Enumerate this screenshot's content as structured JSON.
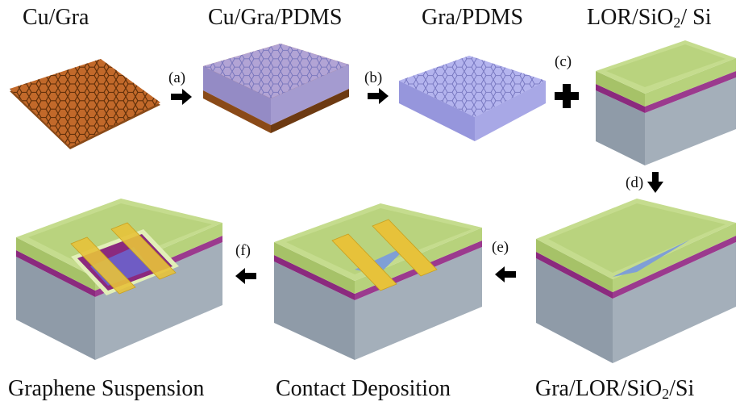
{
  "stage_labels": {
    "cu_gra": "Cu/Gra",
    "cu_gra_pdms": "Cu/Gra/PDMS",
    "gra_pdms": "Gra/PDMS",
    "lor_prefix": "LOR/SiO",
    "lor_sub": "2",
    "lor_suffix": "/ Si",
    "gra_lor_prefix": "Gra/LOR/SiO",
    "gra_lor_sub": "2",
    "gra_lor_suffix": "/Si",
    "contact_deposition": "Contact Deposition",
    "graphene_suspension": "Graphene Suspension"
  },
  "steps": {
    "a": "(a)",
    "b": "(b)",
    "c": "(c)",
    "d": "(d)",
    "e": "(e)",
    "f": "(f)"
  },
  "colors": {
    "copper_top": "#c2692a",
    "copper_side": "#8a4a18",
    "pdms": "#a7a7e8",
    "lor_green": "#b7d27c",
    "oxide_purple": "#8b2a7e",
    "silicon_gray": "#9aa6b2",
    "gold_contact": "#e7c23a",
    "graphene_blue": "#7f9fd6"
  },
  "icons": {
    "arrow": "arrow-icon",
    "plus": "plus-icon"
  }
}
